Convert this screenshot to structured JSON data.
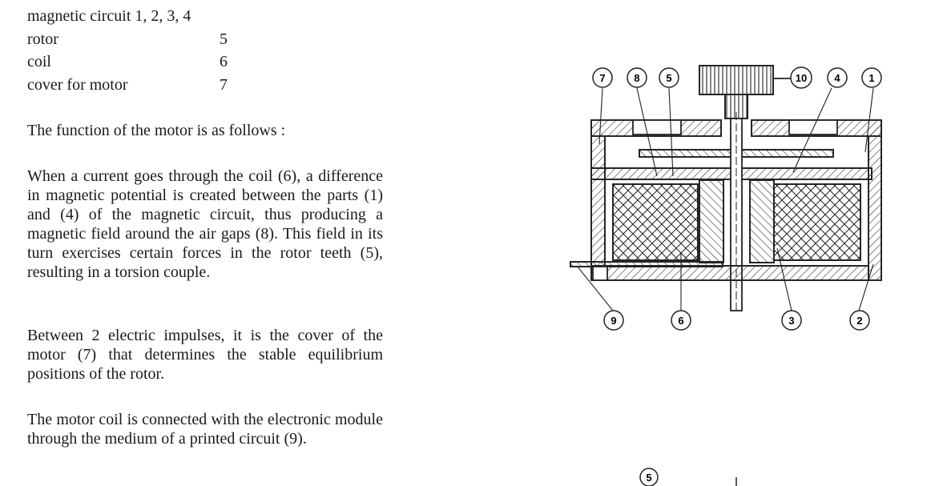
{
  "parts_list": [
    {
      "label": "magnetic circuit 1, 2, 3, 4",
      "number": ""
    },
    {
      "label": "rotor",
      "number": "5"
    },
    {
      "label": "coil",
      "number": "6"
    },
    {
      "label": "cover for motor",
      "number": "7"
    }
  ],
  "paragraphs": {
    "intro": "The function of the motor is as follows :",
    "p1": "When a current goes through the coil (6), a difference in magnetic potential is created between the parts (1) and (4) of the magnetic circuit, thus producing a magnetic field around the air gaps (8). This field in its turn exercises certain forces in the rotor teeth (5), resulting in a torsion couple.",
    "p2": "Between 2 electric impulses, it is the cover of the motor (7) that determines the stable equilibrium positions of the rotor.",
    "p3": "The motor coil is connected with the electronic module through the medium of a printed circuit (9)."
  },
  "diagram": {
    "callouts_top": [
      "7",
      "8",
      "5",
      "10",
      "4",
      "1"
    ],
    "callouts_bottom": [
      "9",
      "6",
      "3",
      "2"
    ],
    "callout_lower_figure": "5"
  },
  "colors": {
    "text": "#1a1a1a",
    "line": "#222222",
    "background": "#ffffff"
  }
}
